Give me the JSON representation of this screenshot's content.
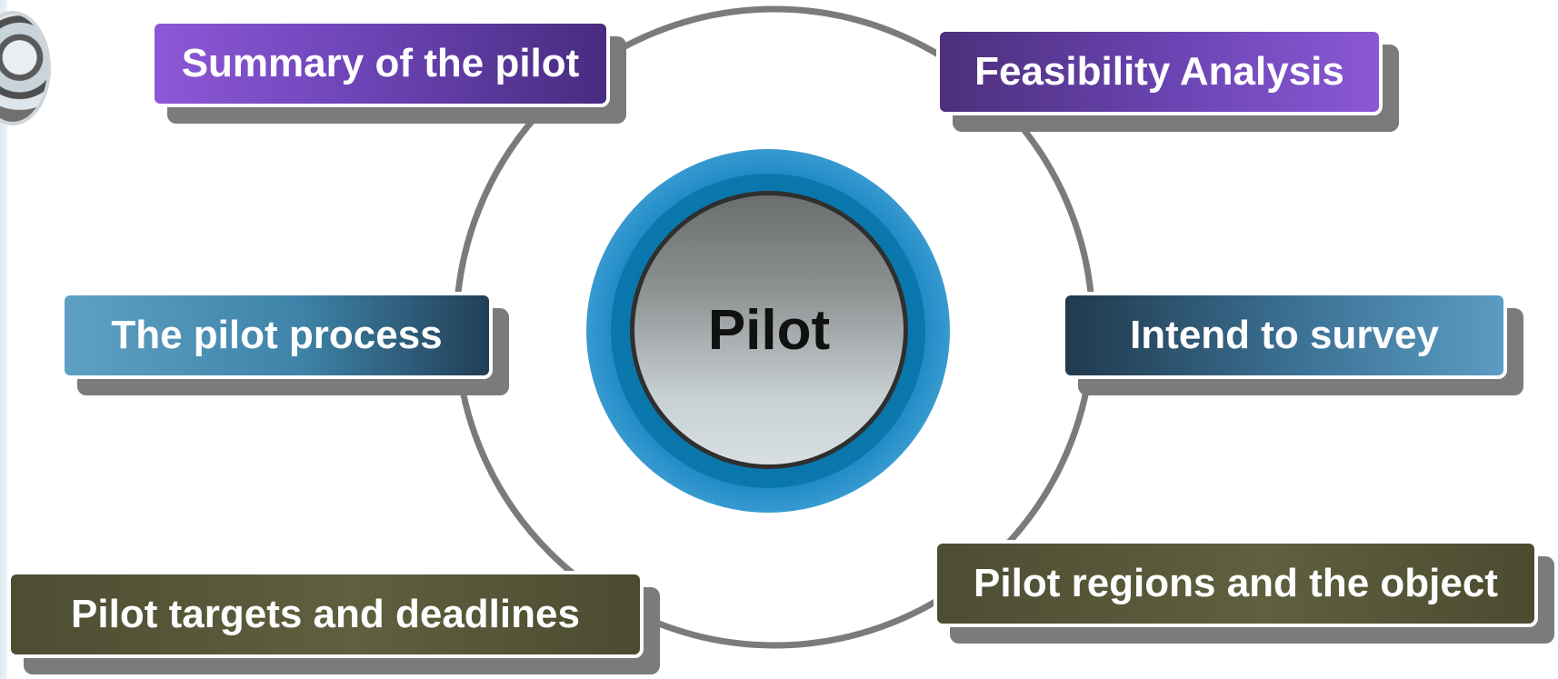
{
  "center": {
    "label": "Pilot"
  },
  "nodes": {
    "summary": "Summary of the pilot",
    "feasibility": "Feasibility Analysis",
    "process": "The pilot process",
    "survey": "Intend to survey",
    "targets": "Pilot targets and deadlines",
    "regions": "Pilot regions and the object"
  },
  "colors": {
    "purple": "#6d45b7",
    "blue": "#3e84a9",
    "olive": "#5f603f",
    "ring": "#7b7b7b",
    "center_blue": "#1a87c6",
    "center_gray": "#8d9192"
  }
}
